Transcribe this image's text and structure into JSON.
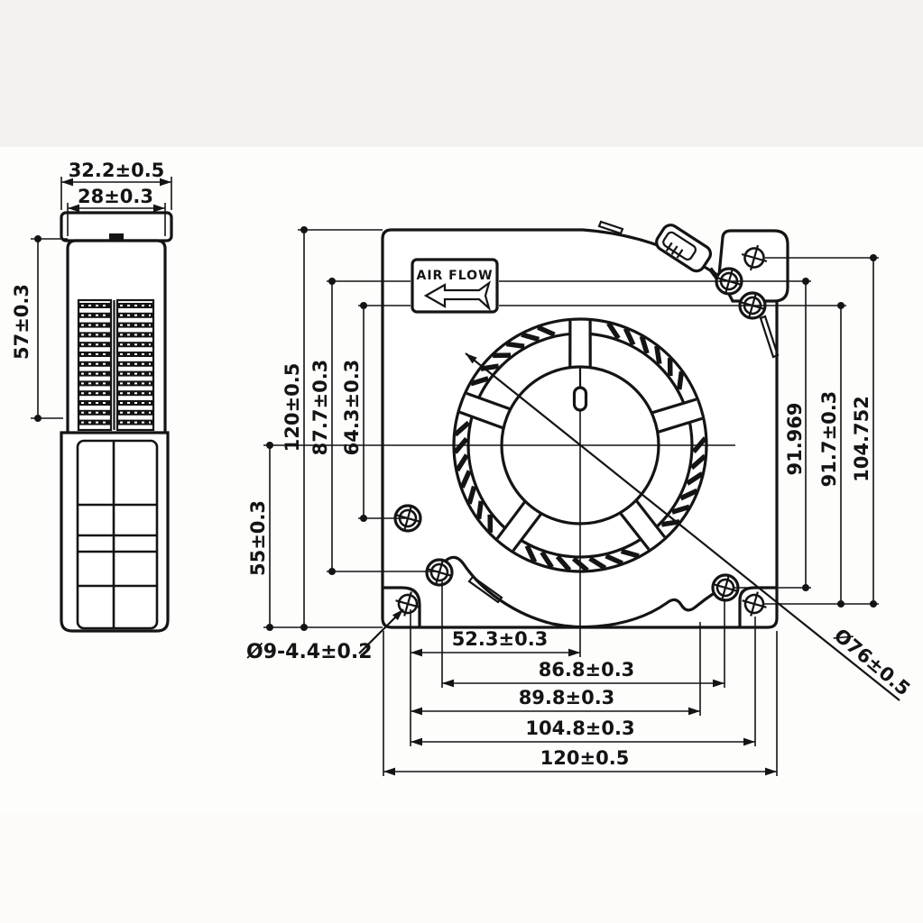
{
  "drawing": {
    "background": "#fcfbfa",
    "paper_band": "#f4f2f0",
    "line_color": "#141414",
    "airflow_label": "AIR FLOW",
    "side_view": {
      "width_outer": "32.2±0.5",
      "width_inner": "28±0.3",
      "vent_height": "57±0.3"
    },
    "front_view": {
      "height_overall": "120±0.5",
      "hole_span_upper": "87.7±0.3",
      "hole_span_inner": "64.3±0.3",
      "center_to_bottom": "55±0.3",
      "right_span_a": "91.969",
      "right_span_b": "91.7±0.3",
      "right_span_c": "104.752",
      "bottom_center_to_hole": "52.3±0.3",
      "bottom_span_a": "86.8±0.3",
      "bottom_span_b": "89.8±0.3",
      "bottom_span_c": "104.8±0.3",
      "bottom_overall": "120±0.5",
      "mount_hole_note": "Ø9-4.4±0.2",
      "impeller_diameter": "Ø76±0.5"
    }
  }
}
